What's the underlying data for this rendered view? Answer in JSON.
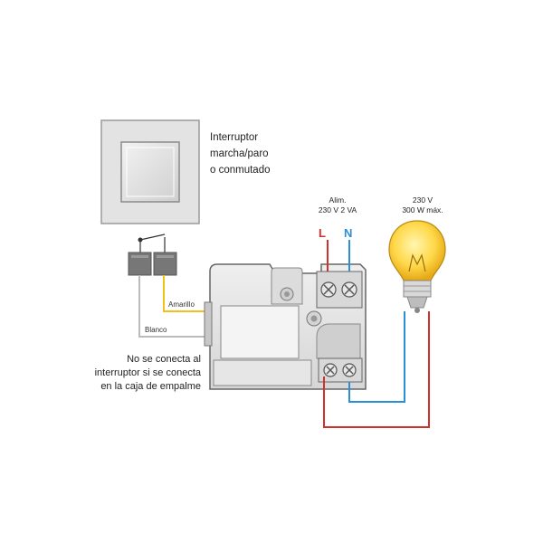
{
  "switch": {
    "label_lines": [
      "Interruptor",
      "marcha/paro",
      "o conmutado"
    ]
  },
  "supply": {
    "label_lines": [
      "Alim.",
      "230 V 2 VA"
    ],
    "line_phase": "L",
    "line_neutral": "N"
  },
  "lamp": {
    "label_lines": [
      "230 V",
      "300 W máx."
    ]
  },
  "wires": {
    "yellow_label": "Amarillo",
    "white_label": "Blanco"
  },
  "note": {
    "lines": [
      "No se conecta al",
      "interruptor si se conecta",
      "en la caja de empalme"
    ]
  },
  "colors": {
    "phase": "#d0312d",
    "neutral": "#2a8fd6",
    "yellow_wire": "#f2c21b",
    "white_wire": "#bbbbbb",
    "bulb": "#ffd84a"
  }
}
